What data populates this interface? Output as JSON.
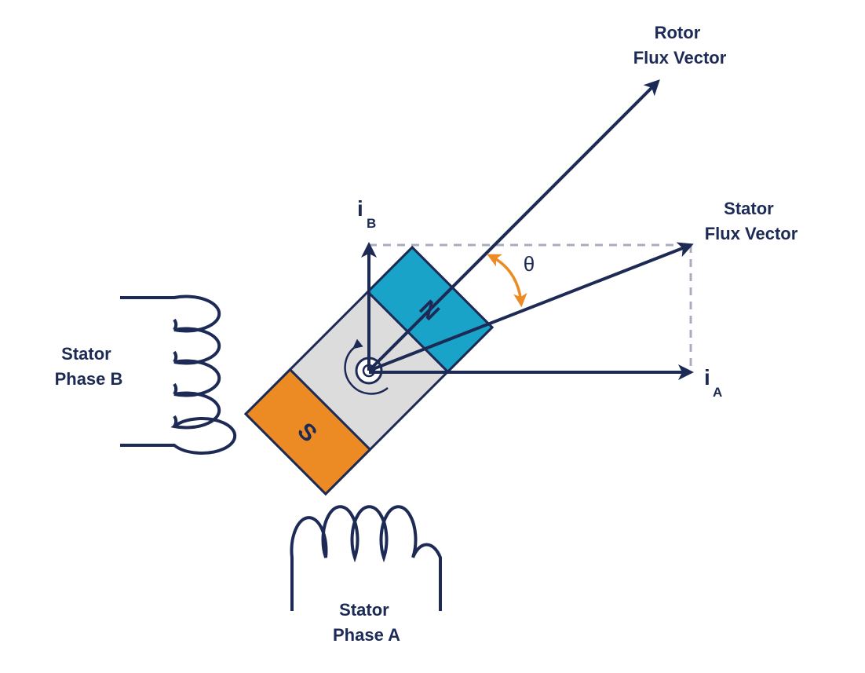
{
  "colors": {
    "navy": "#1c2a55",
    "north": "#1aa3c9",
    "south": "#ec8a23",
    "rotor_body": "#dcdcdc",
    "dashed": "#a9acc0",
    "angle": "#ec8a23"
  },
  "labels": {
    "rotor_flux": [
      "Rotor",
      "Flux Vector"
    ],
    "stator_flux": [
      "Stator",
      "Flux Vector"
    ],
    "phase_b": [
      "Stator",
      "Phase B"
    ],
    "phase_a": [
      "Stator",
      "Phase A"
    ],
    "i_b": {
      "main": "i",
      "sub": "B"
    },
    "i_a": {
      "main": "i",
      "sub": "A"
    },
    "theta": "θ",
    "north": "N",
    "south": "S"
  }
}
